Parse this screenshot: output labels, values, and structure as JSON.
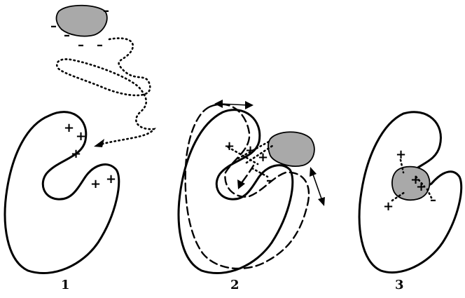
{
  "panels": [
    {
      "label": "1"
    },
    {
      "label": "2"
    },
    {
      "label": "3"
    }
  ],
  "charges": {
    "positive": "+",
    "negative": "–"
  }
}
